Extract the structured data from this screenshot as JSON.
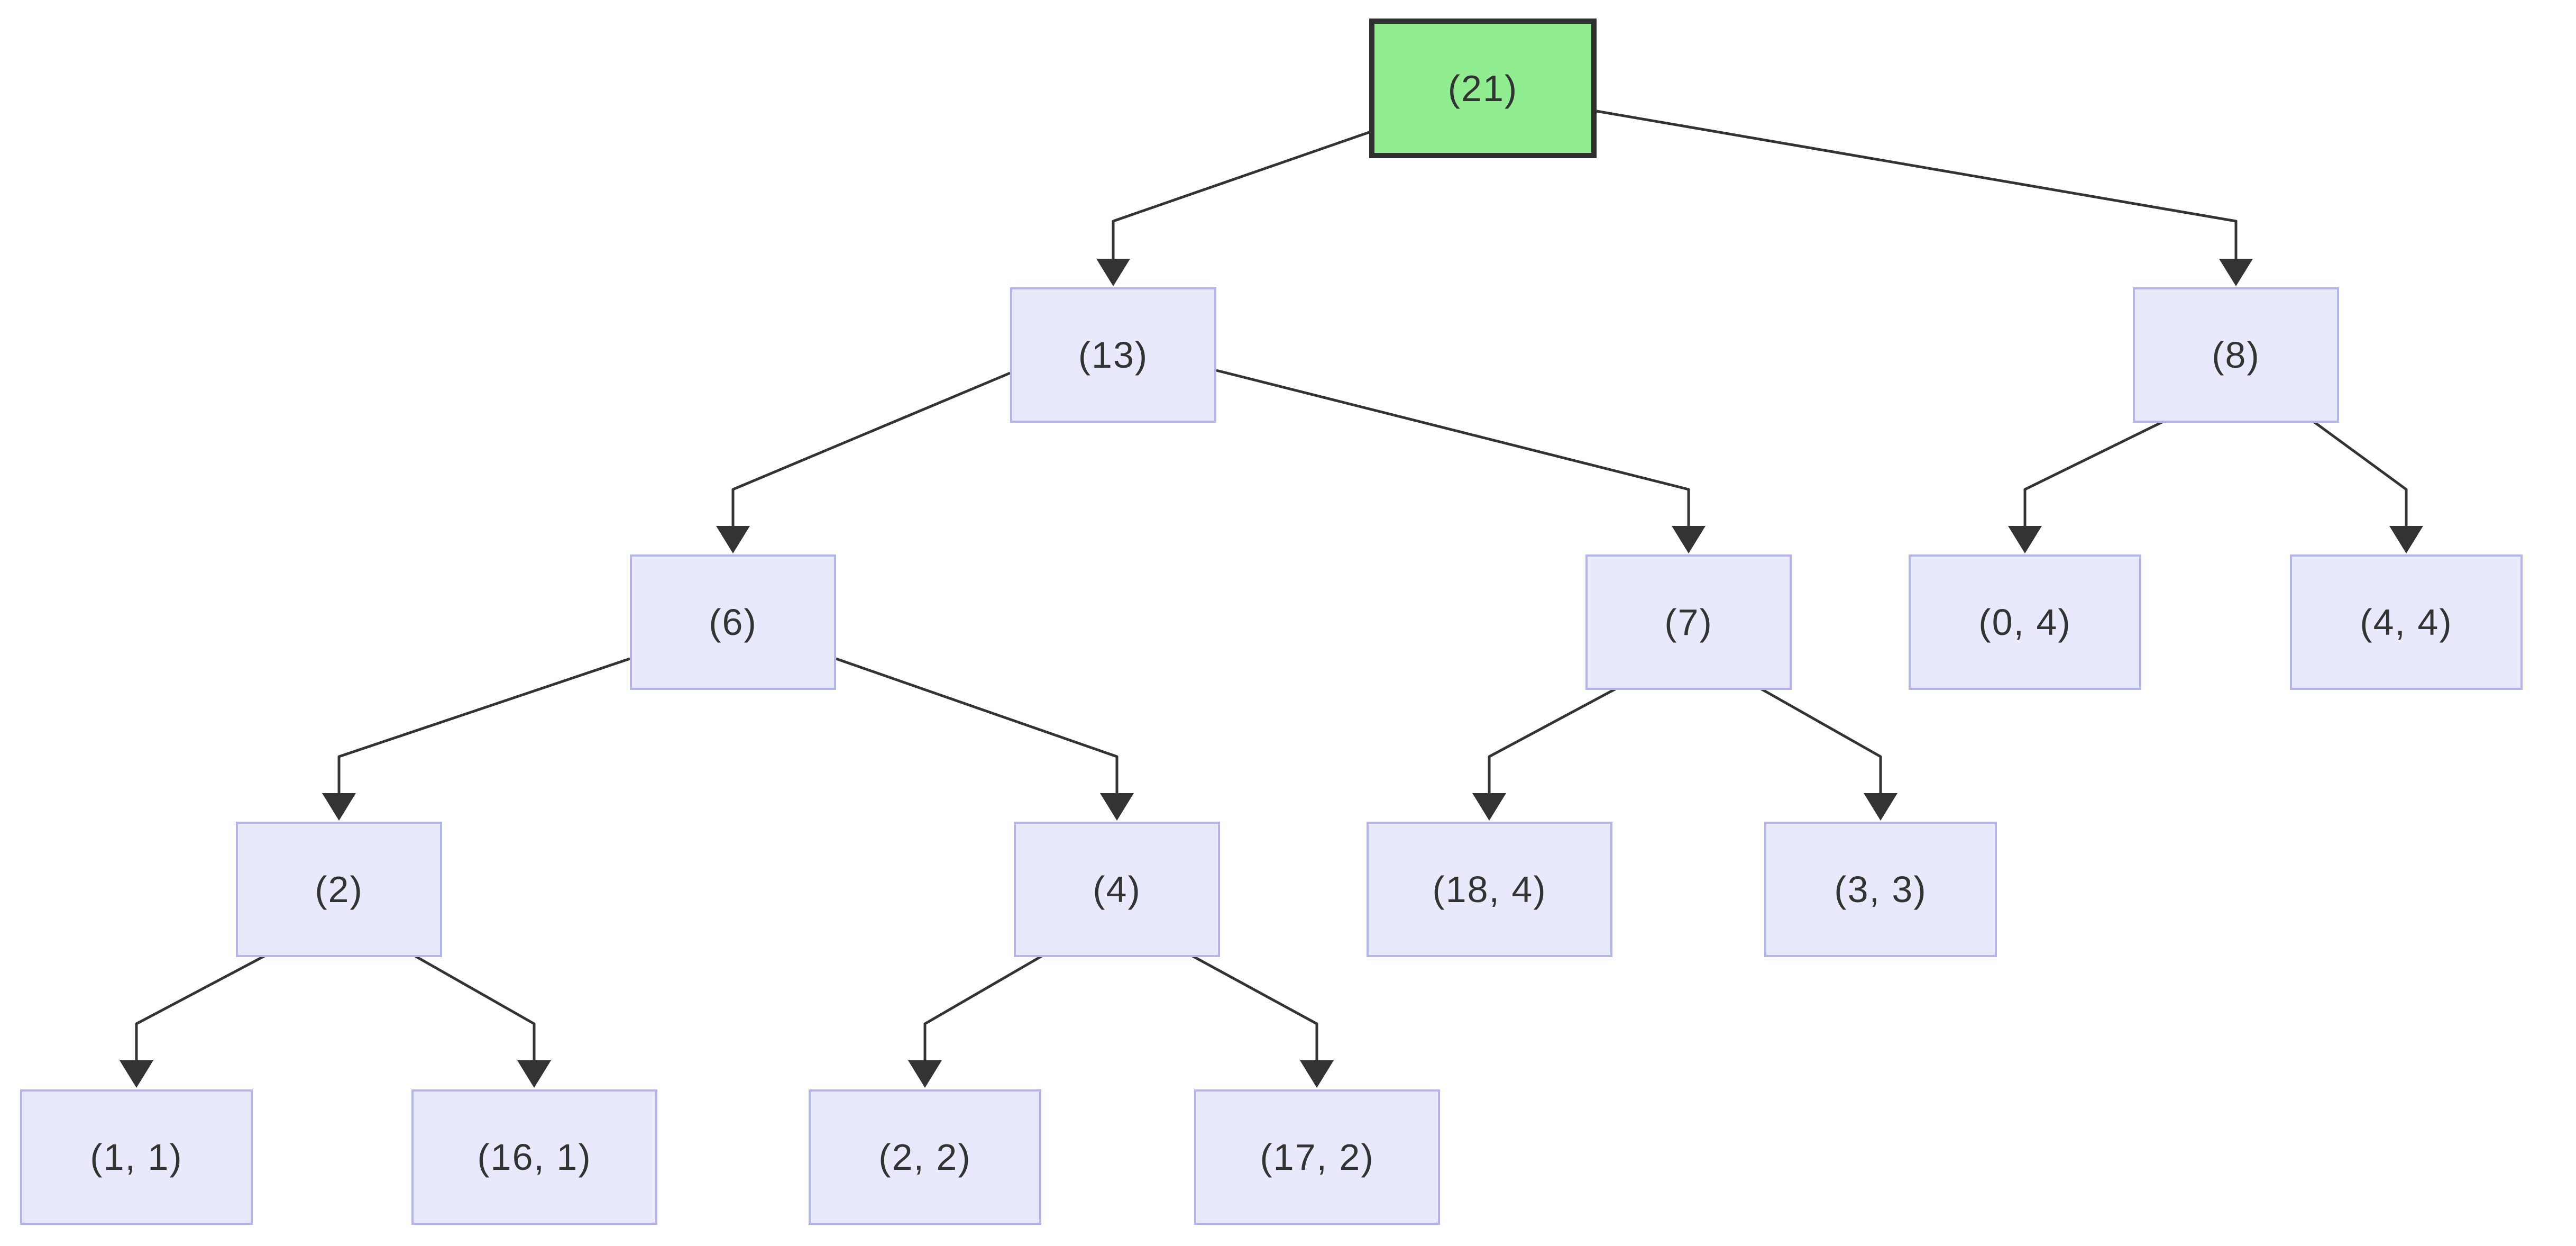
{
  "diagram": {
    "type": "tree",
    "direction": "top-down",
    "levels": 5,
    "node_count": 15
  },
  "colors": {
    "root_fill": "#90ee90",
    "root_border": "#2f2f2f",
    "node_fill": "#e9e9fc",
    "node_border": "#b4b4ee",
    "edge": "#333333",
    "label": "#333333",
    "background": "#ffffff"
  },
  "nodes": [
    {
      "id": "21",
      "label": "(21)",
      "highlighted": true
    },
    {
      "id": "13",
      "label": "(13)",
      "highlighted": false
    },
    {
      "id": "8",
      "label": "(8)",
      "highlighted": false
    },
    {
      "id": "6",
      "label": "(6)",
      "highlighted": false
    },
    {
      "id": "7",
      "label": "(7)",
      "highlighted": false
    },
    {
      "id": "0-4",
      "label": "(0, 4)",
      "highlighted": false
    },
    {
      "id": "4-4",
      "label": "(4, 4)",
      "highlighted": false
    },
    {
      "id": "2",
      "label": "(2)",
      "highlighted": false
    },
    {
      "id": "4",
      "label": "(4)",
      "highlighted": false
    },
    {
      "id": "18-4",
      "label": "(18, 4)",
      "highlighted": false
    },
    {
      "id": "3-3",
      "label": "(3, 3)",
      "highlighted": false
    },
    {
      "id": "1-1",
      "label": "(1, 1)",
      "highlighted": false
    },
    {
      "id": "16-1",
      "label": "(16, 1)",
      "highlighted": false
    },
    {
      "id": "2-2",
      "label": "(2, 2)",
      "highlighted": false
    },
    {
      "id": "17-2",
      "label": "(17, 2)",
      "highlighted": false
    }
  ],
  "edges": [
    {
      "from": "(21)",
      "to": "(13)"
    },
    {
      "from": "(21)",
      "to": "(8)"
    },
    {
      "from": "(13)",
      "to": "(6)"
    },
    {
      "from": "(13)",
      "to": "(7)"
    },
    {
      "from": "(8)",
      "to": "(0, 4)"
    },
    {
      "from": "(8)",
      "to": "(4, 4)"
    },
    {
      "from": "(6)",
      "to": "(2)"
    },
    {
      "from": "(6)",
      "to": "(4)"
    },
    {
      "from": "(7)",
      "to": "(18, 4)"
    },
    {
      "from": "(7)",
      "to": "(3, 3)"
    },
    {
      "from": "(2)",
      "to": "(1, 1)"
    },
    {
      "from": "(2)",
      "to": "(16, 1)"
    },
    {
      "from": "(4)",
      "to": "(2, 2)"
    },
    {
      "from": "(4)",
      "to": "(17, 2)"
    }
  ]
}
